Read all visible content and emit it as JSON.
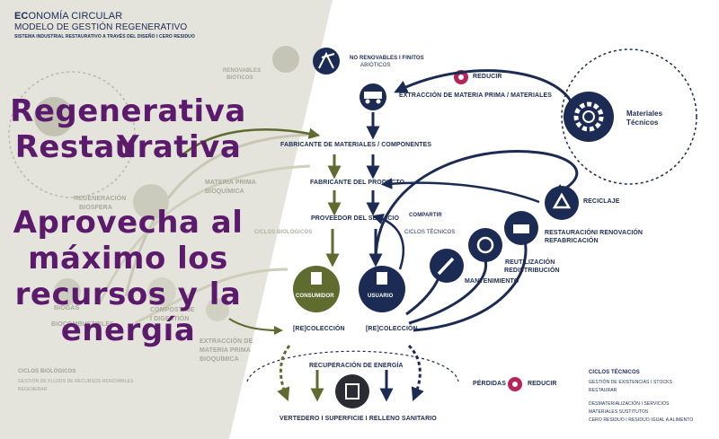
{
  "header": {
    "brand_prefix": "EC",
    "brand_rest": "ONOMÍA CIRCULAR",
    "subtitle": "MODELO DE GESTIÓN REGENERATIVO",
    "tagline": "SISTEMA INDUSTRIAL RESTAURATIVO A TRAVÉS DEL DISEÑO I CERO RESIDUO"
  },
  "overlay": {
    "line1": "Regenerativa Y",
    "line2": "Restaurativa",
    "line3": "Aprovecha al",
    "line4": "máximo los",
    "line5": "recursos y la",
    "line6": "energía"
  },
  "biological": {
    "renewables": "RENOVABLES",
    "renewables_sub": "BIÓTICOS",
    "regeneration": "REGENERACIÓN",
    "biosphere": "BIOSFERA",
    "raw_bio": "MATERIA PRIMA",
    "raw_bio_sub": "BIOQUÍMICA",
    "cycles": "CICLOS BIOLÓGICOS",
    "biocombustibles": "BIOCOMBUSTIBLES",
    "biogas": "BIOGAS",
    "compost": "COMPOSTAJE",
    "digest": "I DIGESTIÓN",
    "extraction": "EXTRACCIÓN DE",
    "extraction_2": "MATERIA PRIMA",
    "extraction_3": "BIOQUÍMICA",
    "legend_title": "CICLOS BIOLÓGICOS",
    "legend_1": "GESTIÓN DE FLUJOS DE RECURSOS RENOVABLES",
    "legend_2": "REGENERAR"
  },
  "center": {
    "non_renewable": "NO RENOVABLES I FINITOS",
    "abiotic": "ABIÓTICOS",
    "reduce": "REDUCIR",
    "extraction": "EXTRACCIÓN DE MATERIA PRIMA / MATERIALES",
    "manufacturer_materials": "FABRICANTE DE MATERIALES / COMPONENTES",
    "manufacturer_product": "FABRICANTE DEL PRODUCTO",
    "service_provider": "PROVEEDOR DEL SERVICIO",
    "share": "COMPARTIR",
    "tech_cycles": "CICLOS TÉCNICOS",
    "consumer": "CONSUMIDOR",
    "user": "USUARIO",
    "recollection_1": "[RE]COLECCIÓN",
    "recollection_2": "[RE]COLECCIÓN",
    "energy_recovery": "RECUPERACIÓN DE ENERGÍA",
    "landfill": "VERTEDERO I SUPERFICIE I RELLENO SANITARIO",
    "losses": "PÉRDIDAS",
    "reduce_2": "REDUCIR"
  },
  "technical": {
    "materials_1": "Materiales",
    "materials_2": "Técnicos",
    "recycle": "RECICLAJE",
    "restoration": "RESTAURACIÓNI RENOVACIÓN",
    "remanufacture": "REFABRICACIÓN",
    "reuse": "REUTILIZACIÓN",
    "redistribution": "REDISTRIBUCIÓN",
    "maintenance": "MANTENIMIENTO",
    "legend_title": "CICLOS TÉCNICOS",
    "legend_1": "GESTIÓN DE EXISTENCIAS I STOCKS",
    "legend_2": "RESTAURAR",
    "legend_3": "DESMATERIALIZACIÓN I SERVICIOS",
    "legend_4": "MATERIALES SUSTITUTOS",
    "legend_5": "CERO RESIDUO I RESIDUO IGUAL A ALIMENTO"
  },
  "colors": {
    "navy": "#1c2b53",
    "green": "#7a8157",
    "overlay_text": "#5b1a6b",
    "pink": "#b8245a",
    "left_panel": "#e4e4dc"
  }
}
